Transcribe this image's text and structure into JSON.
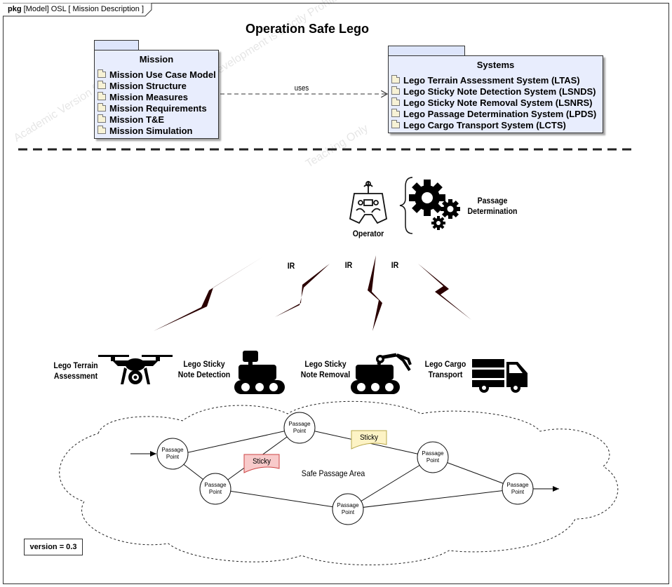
{
  "frame": {
    "kind": "pkg",
    "label": "[Model] OSL [ Mission Description ]"
  },
  "title": "Operation Safe Lego",
  "mission_pkg": {
    "name": "Mission",
    "items": [
      "Mission Use Case Model",
      "Mission Structure",
      "Mission Measures",
      "Mission Requirements",
      "Mission T&E",
      "Mission Simulation"
    ]
  },
  "systems_pkg": {
    "name": "Systems",
    "items": [
      "Lego Terrain Assessment System (LTAS)",
      "Lego Sticky Note Detection System (LSNDS)",
      "Lego Sticky Note Removal System (LSNRS)",
      "Lego Passage Determination System (LPDS)",
      "Lego Cargo Transport System (LCTS)"
    ]
  },
  "uses_label": "uses",
  "operator_label": "Operator",
  "passage_determination": [
    "Passage",
    "Determination"
  ],
  "ir_labels": [
    "IR",
    "IR",
    "IR"
  ],
  "systems": [
    {
      "lines": [
        "Lego Terrain",
        "Assessment"
      ],
      "icon": "drone-icon"
    },
    {
      "lines": [
        "Lego Sticky",
        "Note Detection"
      ],
      "icon": "rover-icon"
    },
    {
      "lines": [
        "Lego Sticky",
        "Note Removal"
      ],
      "icon": "robot-arm-icon"
    },
    {
      "lines": [
        "Lego Cargo",
        "Transport"
      ],
      "icon": "truck-icon"
    }
  ],
  "passage_point_label": [
    "Passage",
    "Point"
  ],
  "sticky_label": "Sticky",
  "area_label": "Safe Passage Area",
  "version": "version = 0.3",
  "watermarks": [
    "Teaching Only",
    "Academic Version for",
    "Commercial Development is strictly Prohibited"
  ],
  "colors": {
    "package_fill": "#e8edfd",
    "lightning": "#3a0000",
    "sticky_red": "#f8caca",
    "sticky_yellow": "#fdf3c5"
  }
}
